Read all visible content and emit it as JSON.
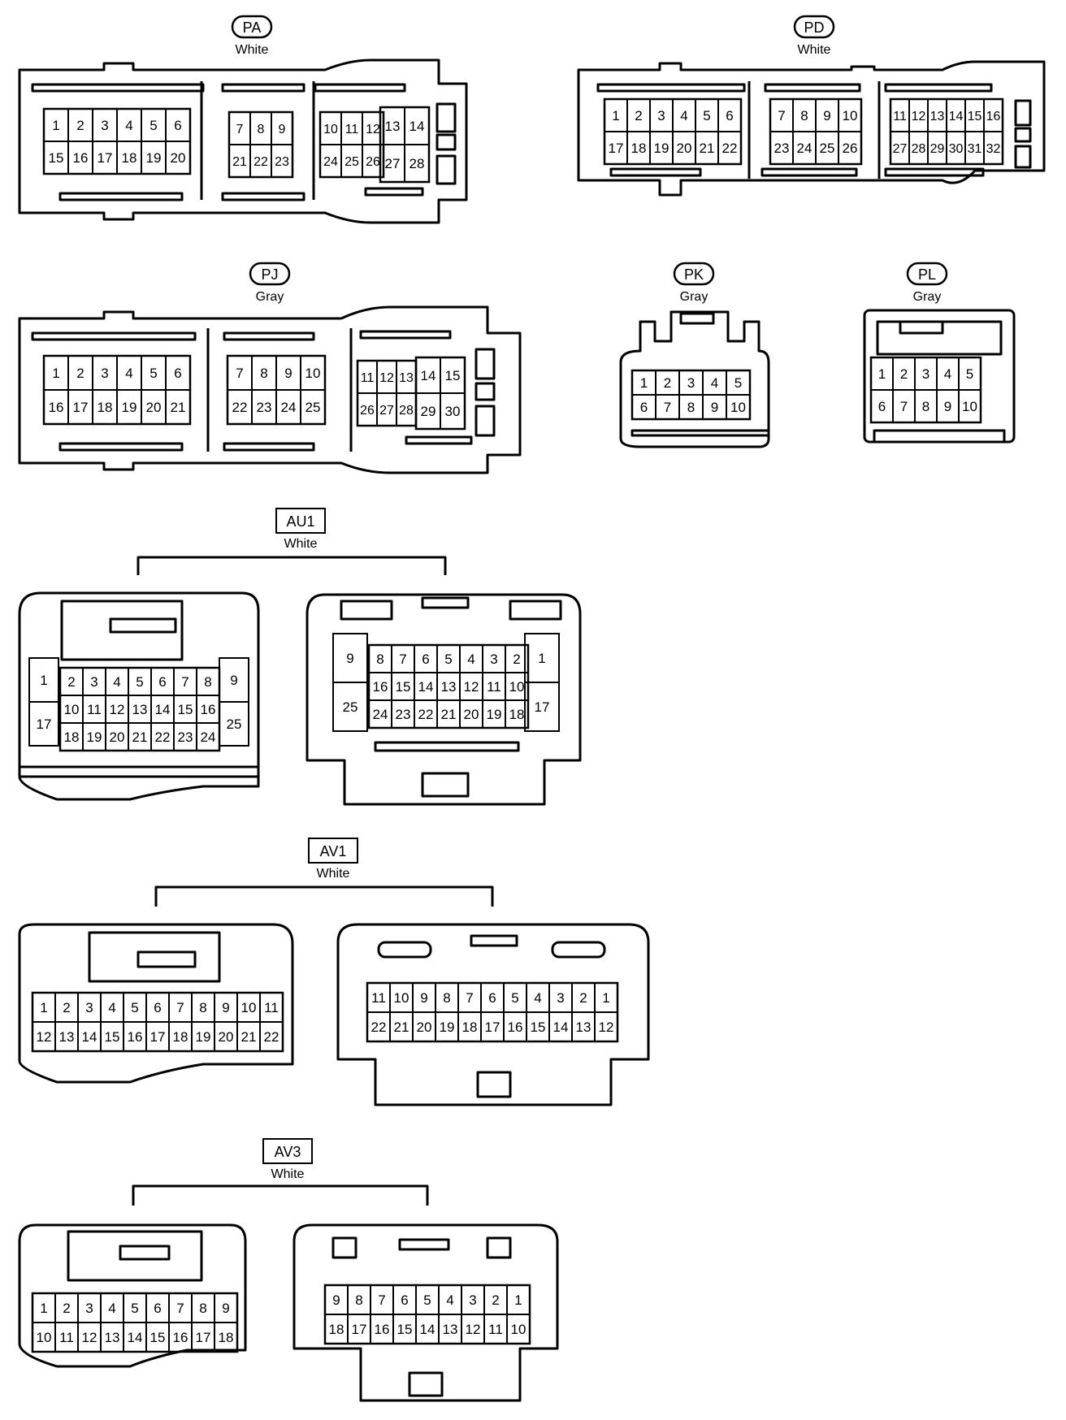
{
  "connectors": {
    "PA": {
      "code": "PA",
      "color": "White"
    },
    "PD": {
      "code": "PD",
      "color": "White"
    },
    "PJ": {
      "code": "PJ",
      "color": "Gray"
    },
    "PK": {
      "code": "PK",
      "color": "Gray"
    },
    "PL": {
      "code": "PL",
      "color": "Gray"
    },
    "AU1": {
      "code": "AU1",
      "color": "White"
    },
    "AV1": {
      "code": "AV1",
      "color": "White"
    },
    "AV3": {
      "code": "AV3",
      "color": "White"
    }
  },
  "pins": {
    "PA": [
      [
        [
          "1",
          "2",
          "3",
          "4",
          "5",
          "6"
        ],
        [
          "15",
          "16",
          "17",
          "18",
          "19",
          "20"
        ]
      ],
      [
        [
          "7",
          "8",
          "9"
        ],
        [
          "21",
          "22",
          "23"
        ]
      ],
      [
        [
          "10",
          "11",
          "12"
        ],
        [
          "24",
          "25",
          "26"
        ]
      ],
      [
        [
          "13",
          "14"
        ],
        [
          "27",
          "28"
        ]
      ]
    ],
    "PD": [
      [
        [
          "1",
          "2",
          "3",
          "4",
          "5",
          "6"
        ],
        [
          "17",
          "18",
          "19",
          "20",
          "21",
          "22"
        ]
      ],
      [
        [
          "7",
          "8",
          "9",
          "10"
        ],
        [
          "23",
          "24",
          "25",
          "26"
        ]
      ],
      [
        [
          "11",
          "12",
          "13",
          "14",
          "15",
          "16"
        ],
        [
          "27",
          "28",
          "29",
          "30",
          "31",
          "32"
        ]
      ]
    ],
    "PJ": [
      [
        [
          "1",
          "2",
          "3",
          "4",
          "5",
          "6"
        ],
        [
          "16",
          "17",
          "18",
          "19",
          "20",
          "21"
        ]
      ],
      [
        [
          "7",
          "8",
          "9",
          "10"
        ],
        [
          "22",
          "23",
          "24",
          "25"
        ]
      ],
      [
        [
          "11",
          "12",
          "13"
        ],
        [
          "26",
          "27",
          "28"
        ]
      ],
      [
        [
          "14",
          "15"
        ],
        [
          "29",
          "30"
        ]
      ]
    ],
    "PK": [
      [
        "1",
        "2",
        "3",
        "4",
        "5"
      ],
      [
        "6",
        "7",
        "8",
        "9",
        "10"
      ]
    ],
    "PL": [
      [
        "1",
        "2",
        "3",
        "4",
        "5"
      ],
      [
        "6",
        "7",
        "8",
        "9",
        "10"
      ]
    ],
    "AU1_left": {
      "side_left": [
        "1",
        "17"
      ],
      "grid": [
        [
          "2",
          "3",
          "4",
          "5",
          "6",
          "7",
          "8"
        ],
        [
          "10",
          "11",
          "12",
          "13",
          "14",
          "15",
          "16"
        ],
        [
          "18",
          "19",
          "20",
          "21",
          "22",
          "23",
          "24"
        ]
      ],
      "side_right": [
        "9",
        "25"
      ]
    },
    "AU1_right": {
      "side_left": [
        "9",
        "25"
      ],
      "grid": [
        [
          "8",
          "7",
          "6",
          "5",
          "4",
          "3",
          "2"
        ],
        [
          "16",
          "15",
          "14",
          "13",
          "12",
          "11",
          "10"
        ],
        [
          "24",
          "23",
          "22",
          "21",
          "20",
          "19",
          "18"
        ]
      ],
      "side_right": [
        "1",
        "17"
      ]
    },
    "AV1_left": [
      [
        "1",
        "2",
        "3",
        "4",
        "5",
        "6",
        "7",
        "8",
        "9",
        "10",
        "11"
      ],
      [
        "12",
        "13",
        "14",
        "15",
        "16",
        "17",
        "18",
        "19",
        "20",
        "21",
        "22"
      ]
    ],
    "AV1_right": [
      [
        "11",
        "10",
        "9",
        "8",
        "7",
        "6",
        "5",
        "4",
        "3",
        "2",
        "1"
      ],
      [
        "22",
        "21",
        "20",
        "19",
        "18",
        "17",
        "16",
        "15",
        "14",
        "13",
        "12"
      ]
    ],
    "AV3_left": [
      [
        "1",
        "2",
        "3",
        "4",
        "5",
        "6",
        "7",
        "8",
        "9"
      ],
      [
        "10",
        "11",
        "12",
        "13",
        "14",
        "15",
        "16",
        "17",
        "18"
      ]
    ],
    "AV3_right": [
      [
        "9",
        "8",
        "7",
        "6",
        "5",
        "4",
        "3",
        "2",
        "1"
      ],
      [
        "18",
        "17",
        "16",
        "15",
        "14",
        "13",
        "12",
        "11",
        "10"
      ]
    ]
  }
}
